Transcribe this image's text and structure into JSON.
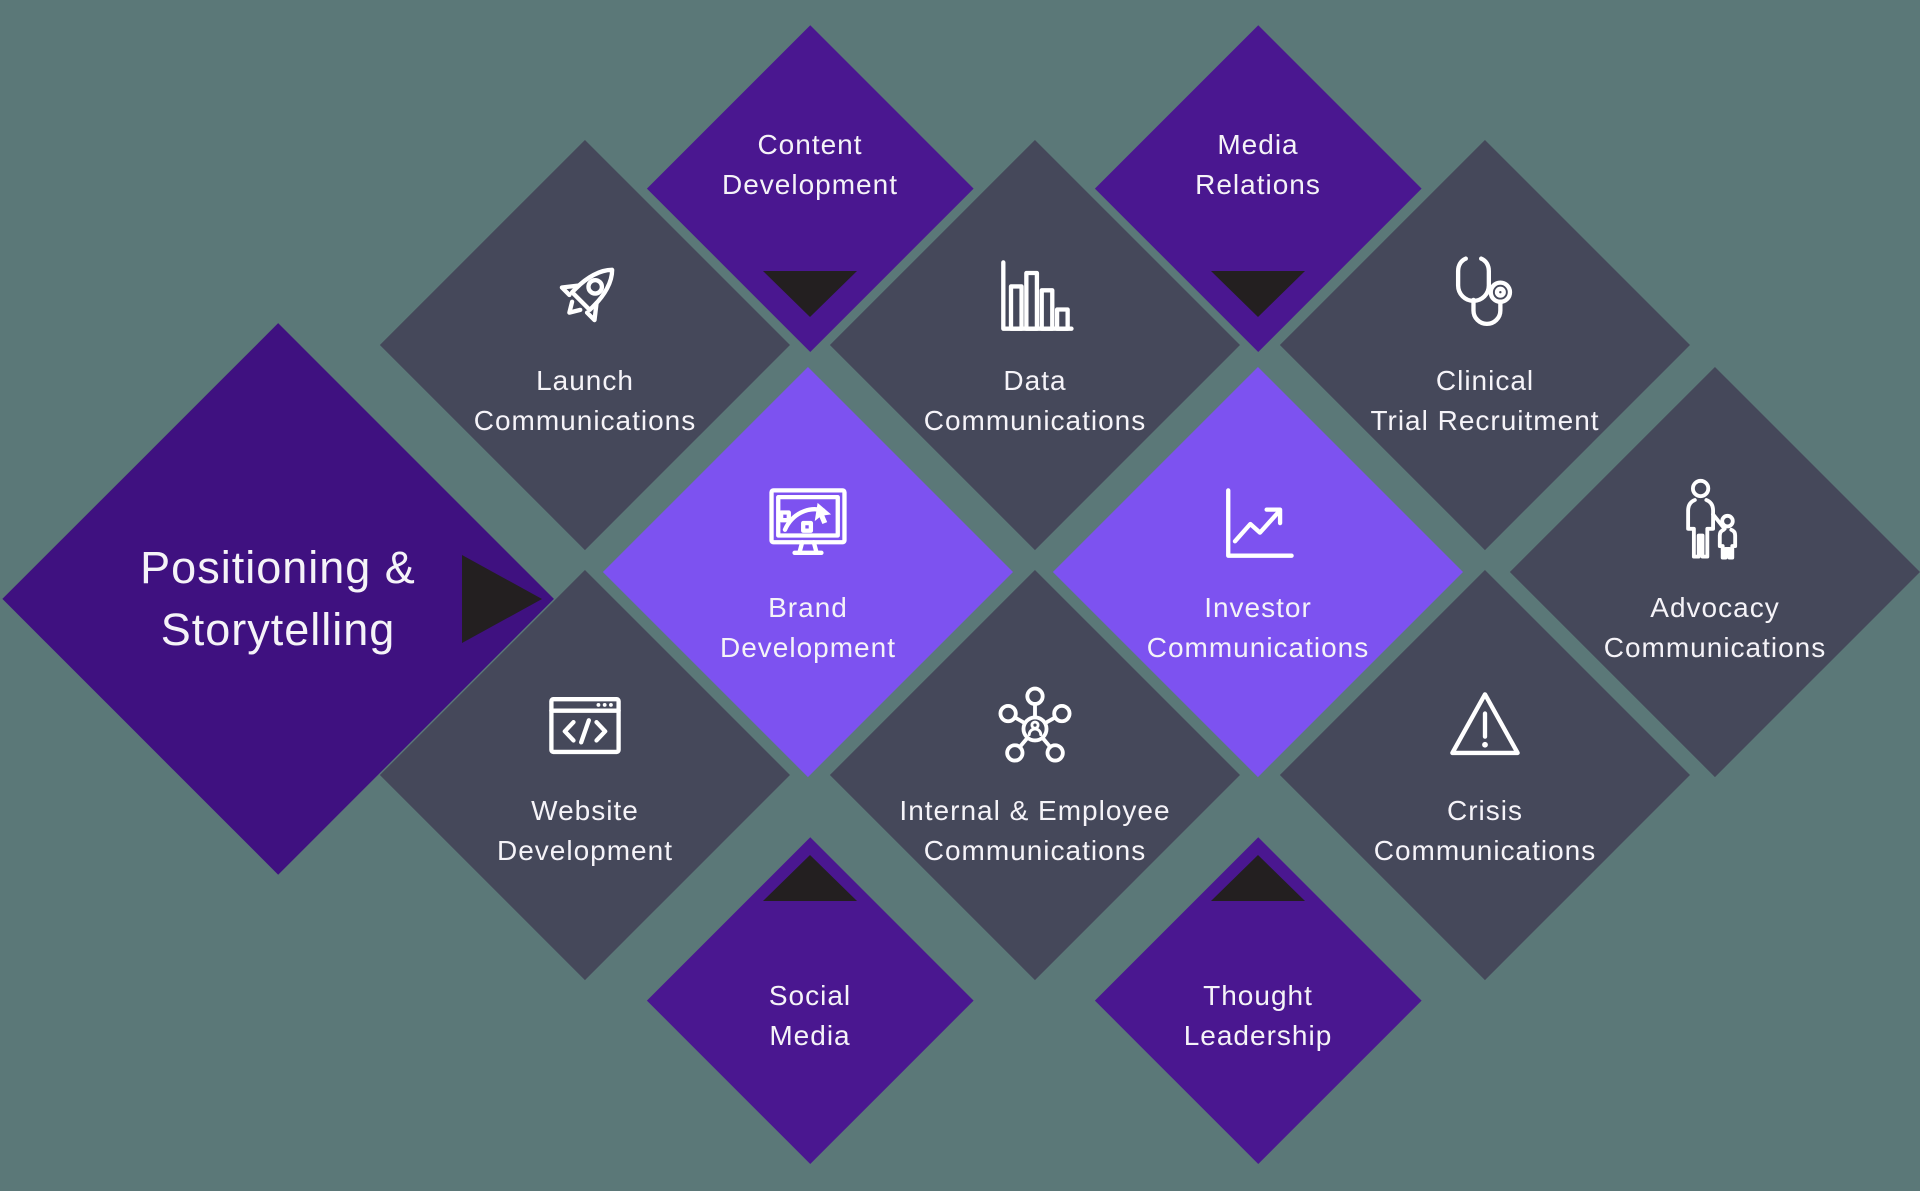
{
  "colors": {
    "background": "#5b7878",
    "slate_diamond": "#45485a",
    "purple_diamond": "#4a1790",
    "deep_purple_diamond": "#3f1180",
    "light_purple_diamond": "#7d52f0",
    "arrow_black": "#231f20",
    "text": "#f5f3f8"
  },
  "diamonds": {
    "positioning": {
      "line1": "Positioning &",
      "line2": "Storytelling",
      "icon": "none"
    },
    "content": {
      "line1": "Content",
      "line2": "Development",
      "icon": "none"
    },
    "media": {
      "line1": "Media",
      "line2": "Relations",
      "icon": "none"
    },
    "launch": {
      "line1": "Launch",
      "line2": "Communications",
      "icon": "rocket-icon"
    },
    "data": {
      "line1": "Data",
      "line2": "Communications",
      "icon": "bar-chart-icon"
    },
    "clinical": {
      "line1": "Clinical",
      "line2": "Trial Recruitment",
      "icon": "stethoscope-icon"
    },
    "brand": {
      "line1": "Brand",
      "line2": "Development",
      "icon": "design-monitor-icon"
    },
    "investor": {
      "line1": "Investor",
      "line2": "Communications",
      "icon": "growth-chart-icon"
    },
    "advocacy": {
      "line1": "Advocacy",
      "line2": "Communications",
      "icon": "adult-child-icon"
    },
    "website": {
      "line1": "Website",
      "line2": "Development",
      "icon": "code-browser-icon"
    },
    "internal": {
      "line1": "Internal & Employee",
      "line2": "Communications",
      "icon": "people-network-icon"
    },
    "crisis": {
      "line1": "Crisis",
      "line2": "Communications",
      "icon": "warning-triangle-icon"
    },
    "social": {
      "line1": "Social",
      "line2": "Media",
      "icon": "none"
    },
    "thought": {
      "line1": "Thought",
      "line2": "Leadership",
      "icon": "none"
    }
  }
}
